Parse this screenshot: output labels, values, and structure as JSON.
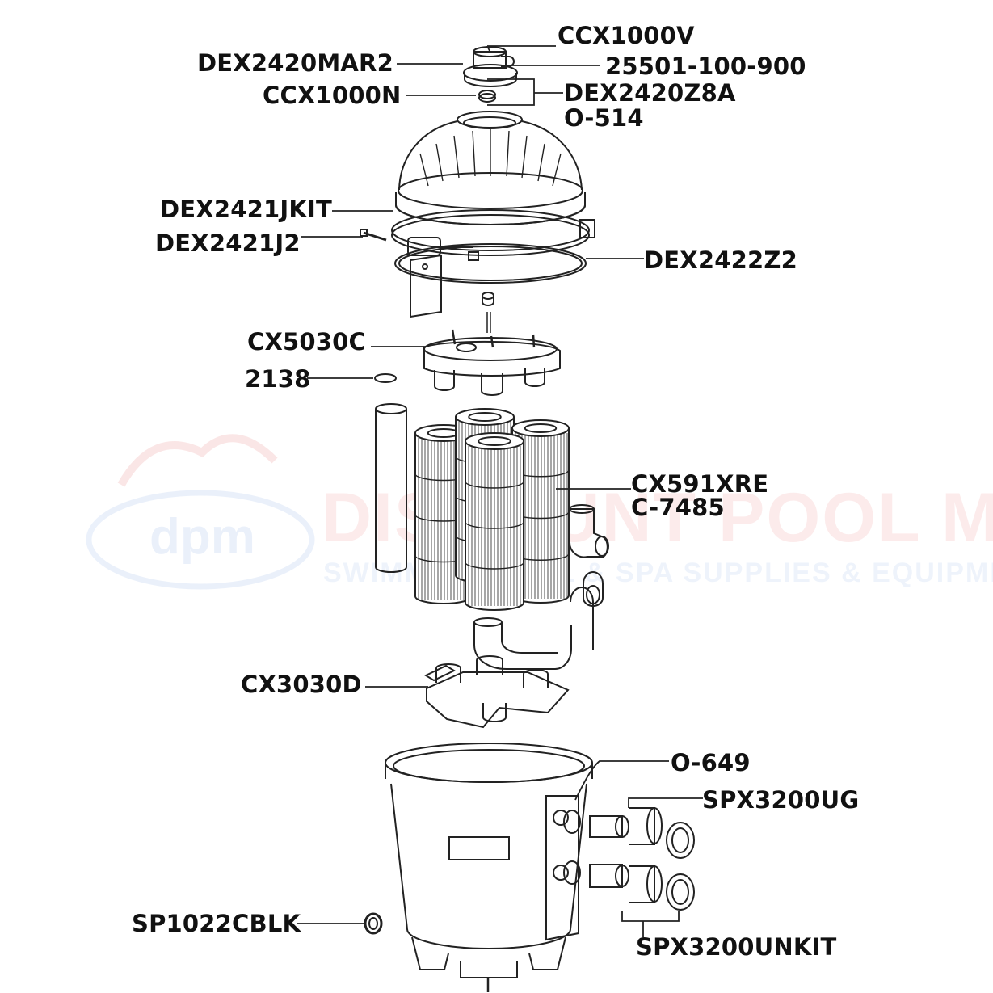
{
  "watermark": {
    "logo_text": "dpm",
    "title": "DISCOUNT POOL MART",
    "subtitle": "SWIMMING POOL & SPA SUPPLIES & EQUIPMENT"
  },
  "parts": {
    "ccx1000v": "CCX1000V",
    "dex2420mar2": "DEX2420MAR2",
    "p25501": "25501-100-900",
    "ccx1000n": "CCX1000N",
    "dex2420z8a": "DEX2420Z8A",
    "o514": "O-514",
    "dex2421jkit": "DEX2421JKIT",
    "dex2421j2": "DEX2421J2",
    "dex2422z2": "DEX2422Z2",
    "cx5030c": "CX5030C",
    "p2138": "2138",
    "cx591xre": "CX591XRE",
    "c7485": "C-7485",
    "cx3030d": "CX3030D",
    "o649": "O-649",
    "spx3200ug": "SPX3200UG",
    "sp1022cblk": "SP1022CBLK",
    "spx3200unkit": "SPX3200UNKIT"
  },
  "colors": {
    "line": "#222222",
    "fill": "#ffffff",
    "watermark_red": "#de3c3c",
    "watermark_blue": "#5a8cdc"
  }
}
